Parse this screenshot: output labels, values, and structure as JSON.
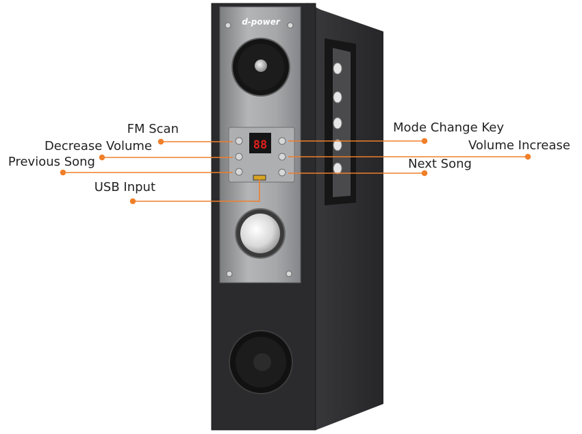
{
  "product": {
    "brand": "d-power",
    "type": "tower speaker"
  },
  "theme": {
    "accent": "#f07f2a",
    "cabinet": "#2c2c2e",
    "panel": "#9a9b9d",
    "display_red": "#e0211c"
  },
  "callouts": [
    {
      "id": "fm-scan",
      "label": "FM Scan",
      "side": "left"
    },
    {
      "id": "decrease-volume",
      "label": "Decrease Volume",
      "side": "left"
    },
    {
      "id": "previous-song",
      "label": "Previous Song",
      "side": "left"
    },
    {
      "id": "usb-input",
      "label": "USB Input",
      "side": "left"
    },
    {
      "id": "mode-change-key",
      "label": "Mode Change Key",
      "side": "right"
    },
    {
      "id": "volume-increase",
      "label": "Volume Increase",
      "side": "right"
    },
    {
      "id": "next-song",
      "label": "Next Song",
      "side": "right"
    }
  ],
  "display": {
    "digits": "88"
  }
}
